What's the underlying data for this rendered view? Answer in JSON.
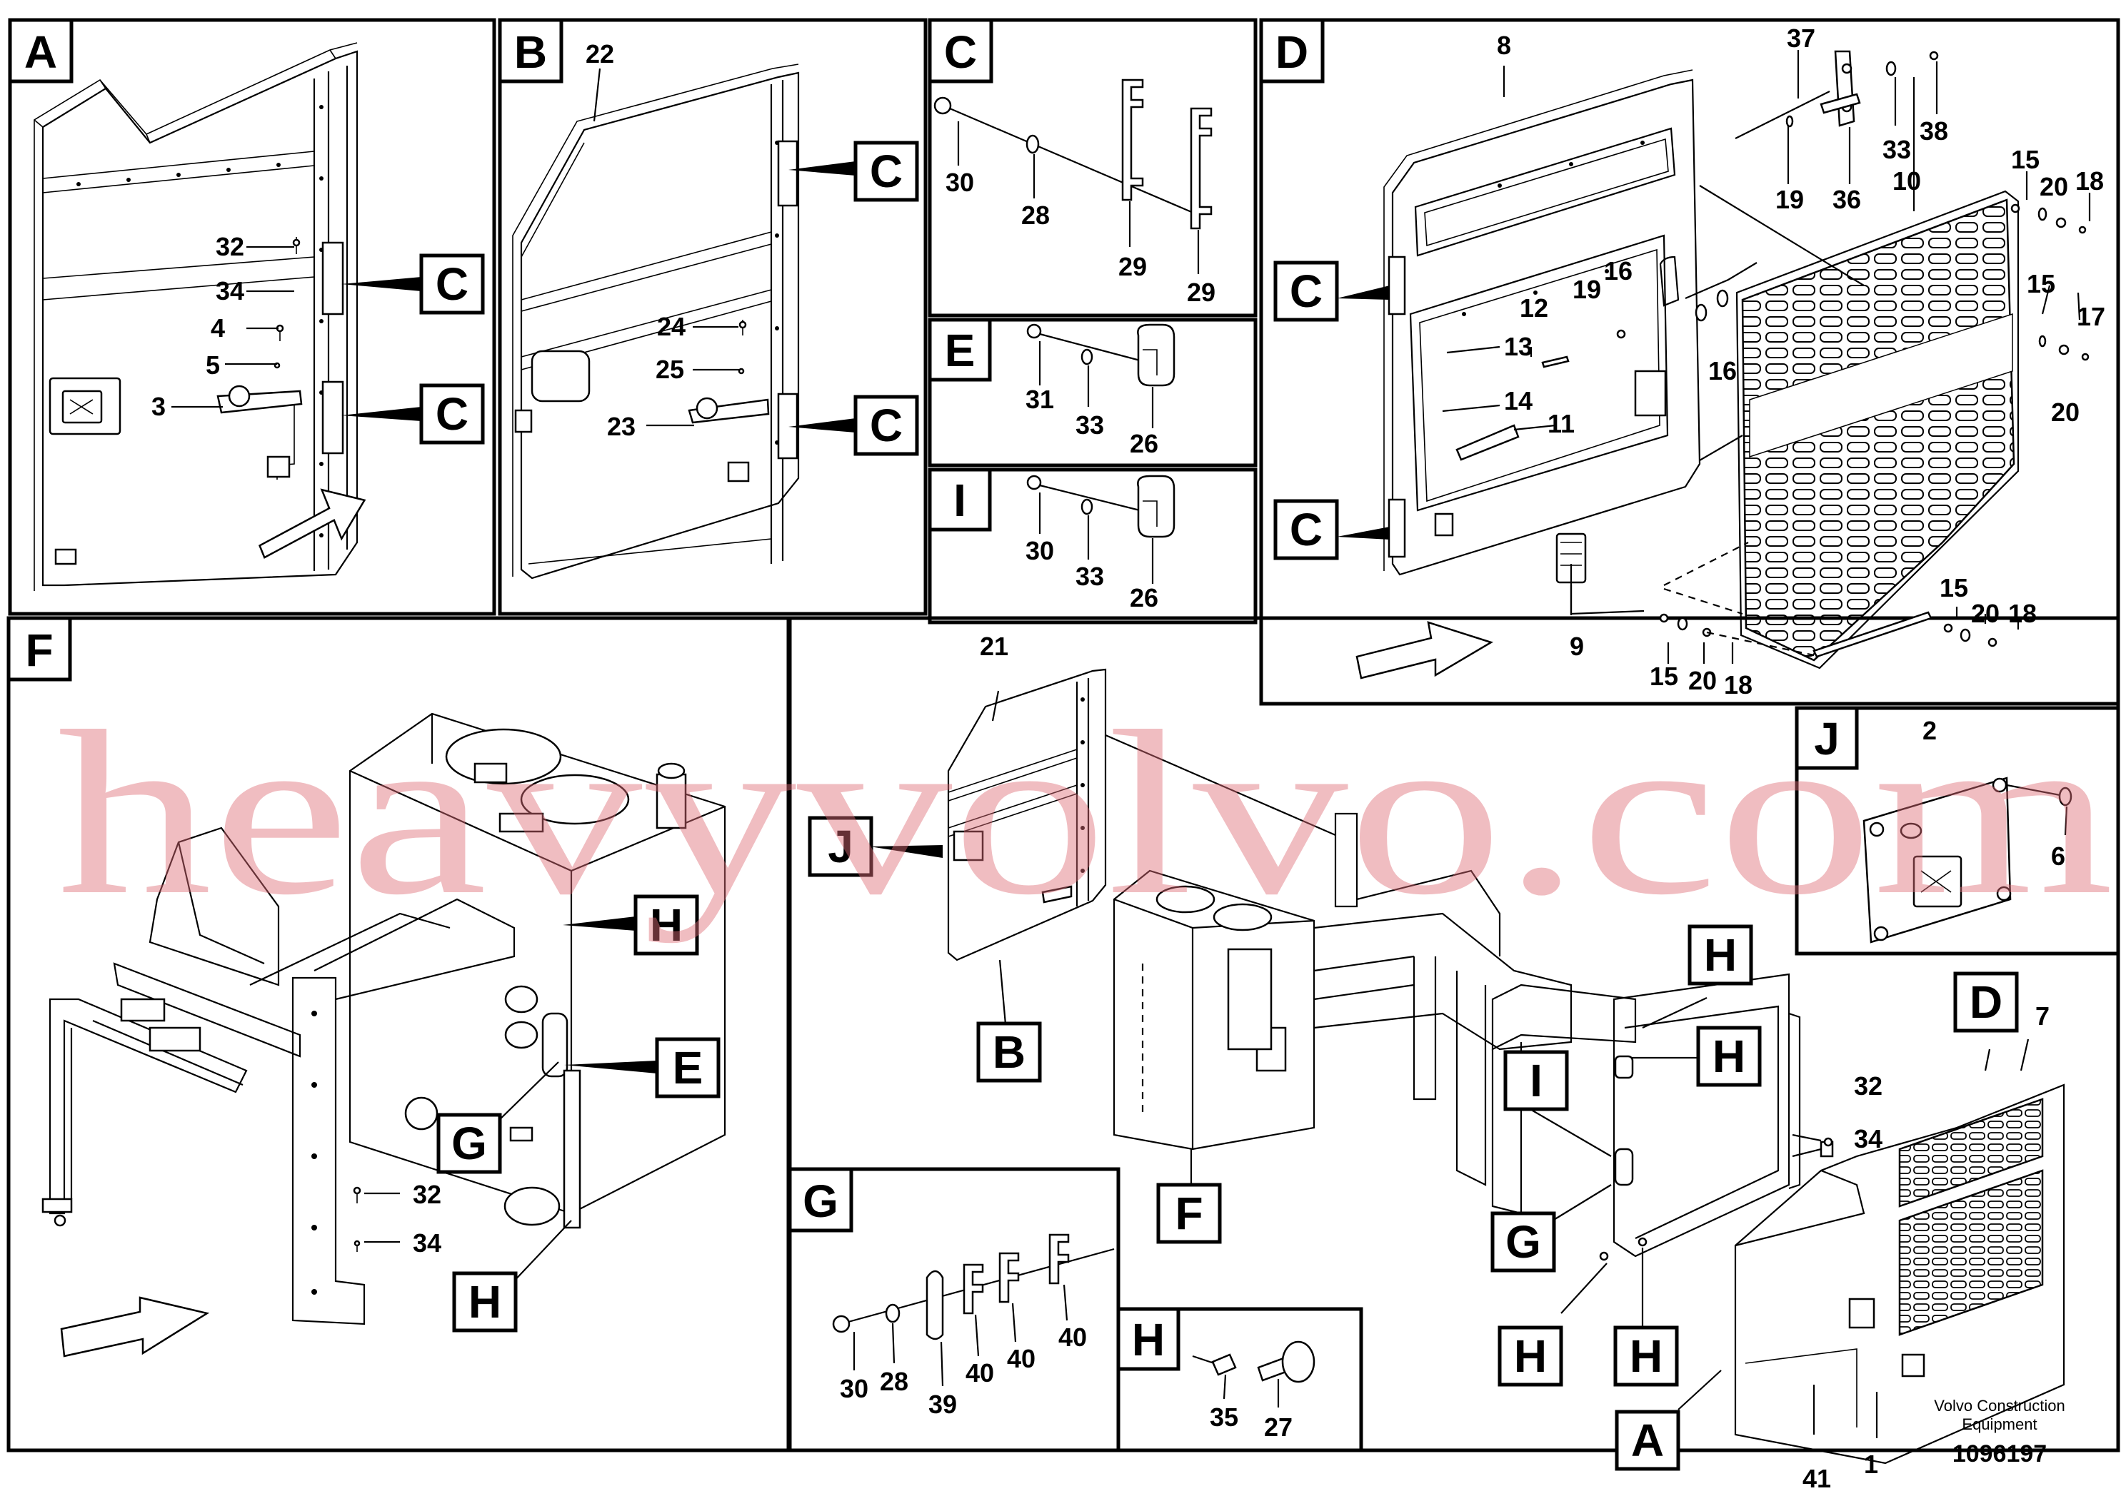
{
  "panels": {
    "A": {
      "label": "A",
      "callouts": [
        "C",
        "C"
      ],
      "parts": [
        "32",
        "34",
        "4",
        "5",
        "3"
      ]
    },
    "B": {
      "label": "B",
      "callouts": [
        "C",
        "C"
      ],
      "parts": [
        "22",
        "24",
        "25",
        "23"
      ]
    },
    "C": {
      "label": "C",
      "parts": [
        "30",
        "28",
        "29",
        "29"
      ]
    },
    "D": {
      "label": "D",
      "callouts": [
        "C",
        "C"
      ],
      "parts": [
        "8",
        "37",
        "19",
        "36",
        "33",
        "38",
        "10",
        "15",
        "20",
        "18",
        "12",
        "19",
        "16",
        "13",
        "14",
        "11",
        "16",
        "15",
        "17",
        "20",
        "9",
        "15",
        "20",
        "18",
        "15",
        "20",
        "18"
      ]
    },
    "E": {
      "label": "E",
      "parts": [
        "31",
        "33",
        "26"
      ]
    },
    "I": {
      "label": "I",
      "parts": [
        "30",
        "33",
        "26"
      ]
    },
    "F": {
      "label": "F",
      "callouts": [
        "H",
        "E",
        "G",
        "H"
      ],
      "parts": [
        "32",
        "34"
      ]
    },
    "J": {
      "label": "J",
      "parts": [
        "2",
        "6"
      ]
    },
    "G": {
      "label": "G",
      "parts": [
        "30",
        "28",
        "39",
        "40",
        "40",
        "40"
      ]
    },
    "H": {
      "label": "H",
      "parts": [
        "35",
        "27"
      ]
    }
  },
  "main": {
    "callouts": [
      "J",
      "B",
      "F",
      "H",
      "H",
      "I",
      "G",
      "H",
      "H",
      "D",
      "A"
    ],
    "parts": [
      "21",
      "7",
      "32",
      "34",
      "41",
      "1"
    ]
  },
  "credit": {
    "company_line1": "Volvo Construction",
    "company_line2": "Equipment",
    "doc_number": "1096197"
  },
  "watermark": "heavyvolvo.com"
}
